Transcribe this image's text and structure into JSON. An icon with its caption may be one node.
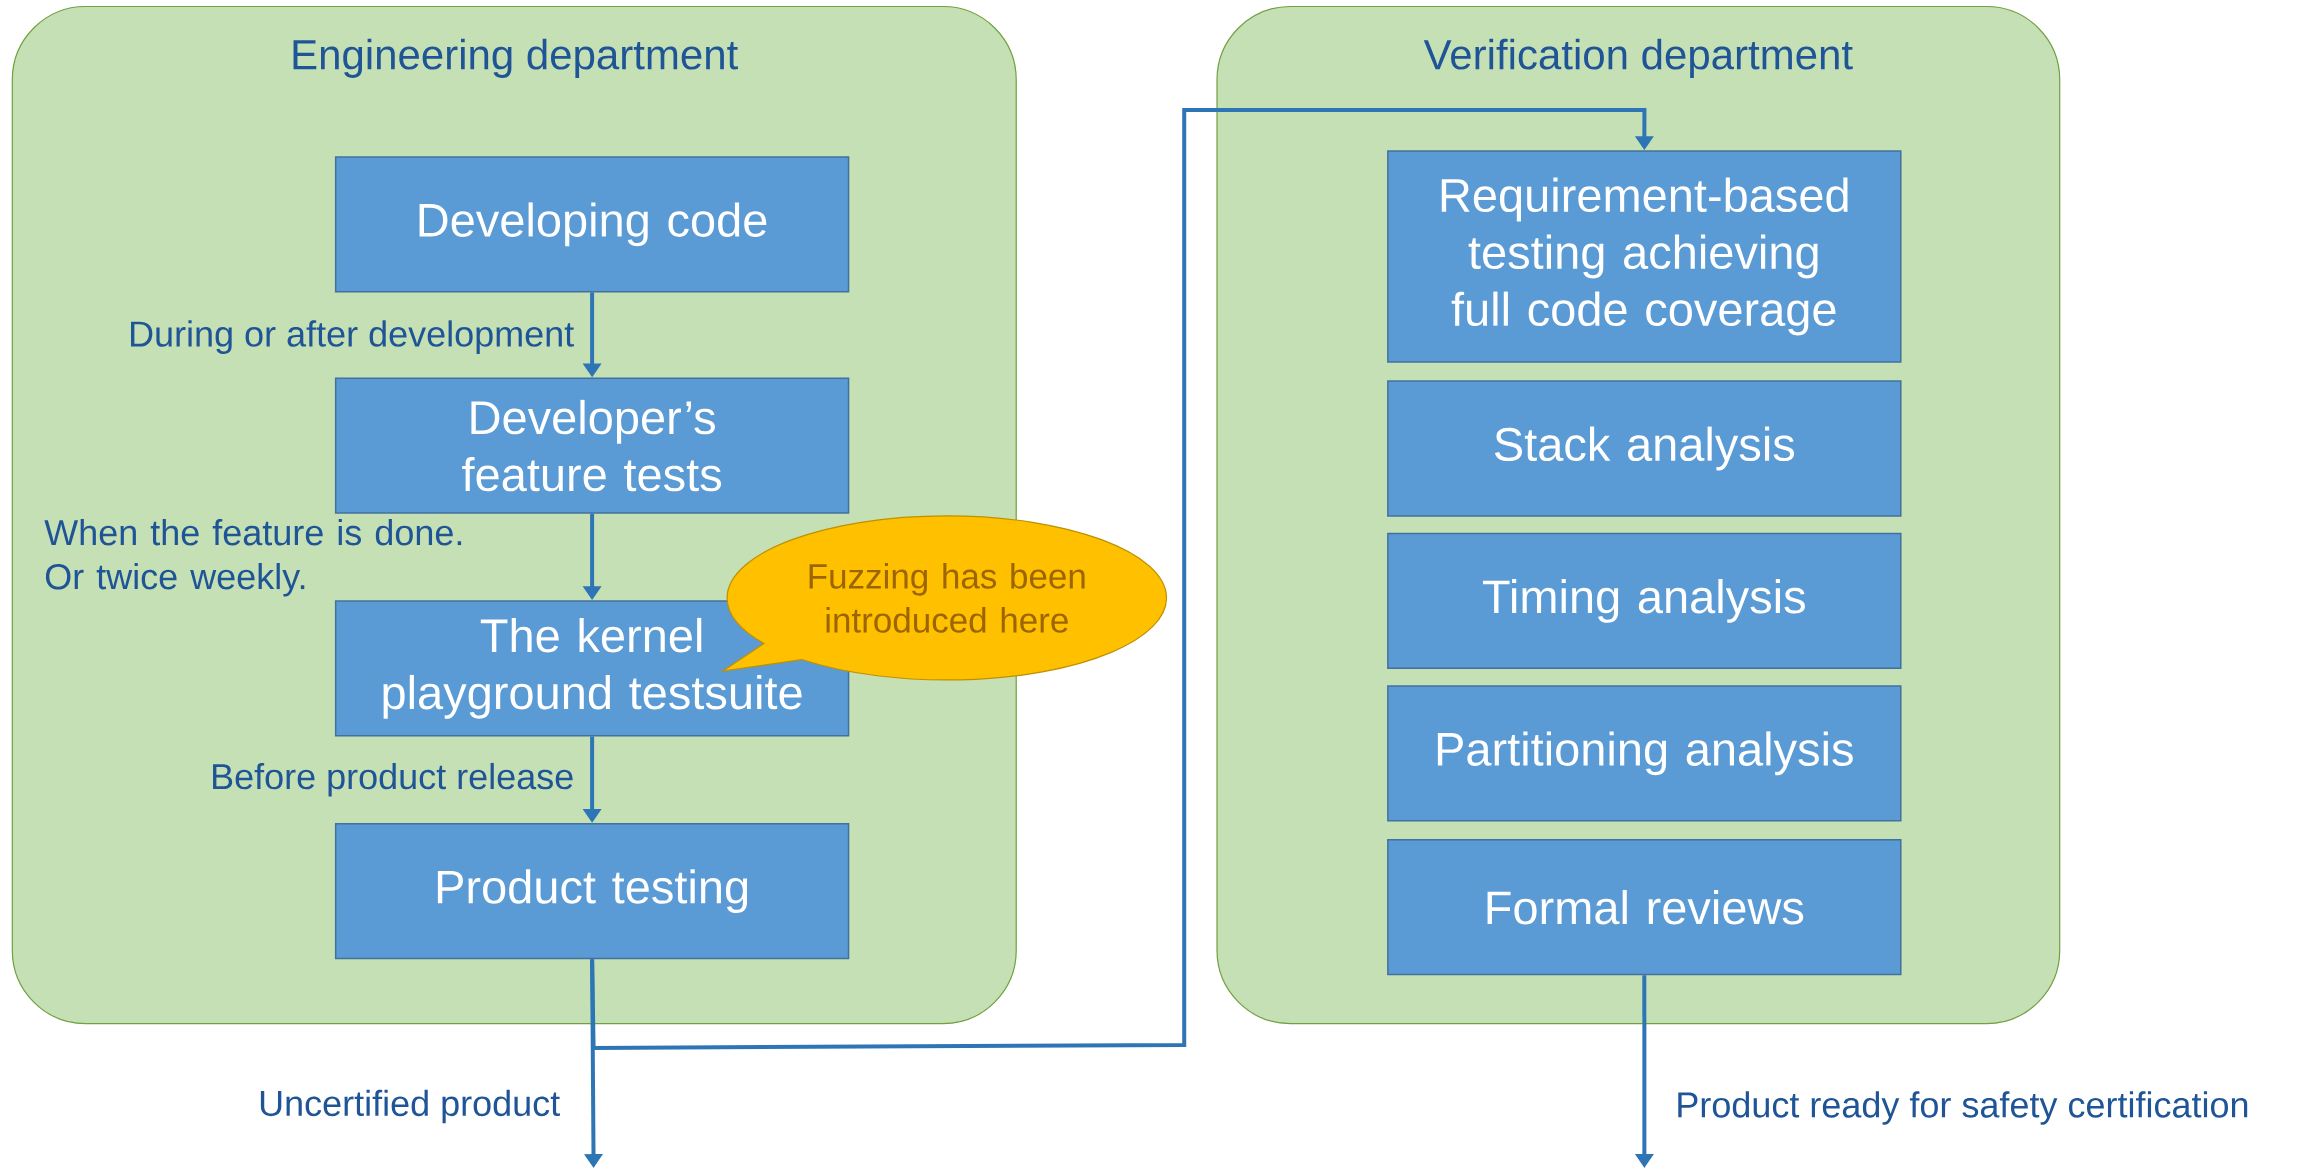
{
  "diagram": {
    "nodes": [
      {
        "text": [
          "Engineering department"
        ]
      },
      {
        "text": [
          "Developing code"
        ],
        "in": 0
      },
      {
        "text": [
          "Developer’s feature tests"
        ],
        "in": 0
      },
      {
        "text": [
          "The kernel playground testsuite"
        ],
        "in": 0
      },
      {
        "text": [
          "Product testing"
        ],
        "in": 0
      },
      {
        "text": [
          "Fuzzing has been introduced here"
        ]
      },
      {
        "text": [
          "Verification department"
        ]
      },
      {
        "text": [
          "Requirement-based testing achieving full code coverage"
        ],
        "in": 6
      },
      {
        "text": [
          "Stack analysis"
        ],
        "in": 6
      },
      {
        "text": [
          "Timing analysis"
        ],
        "in": 6
      },
      {
        "text": [
          "Partitioning analysis"
        ],
        "in": 6
      },
      {
        "text": [
          "Formal reviews"
        ],
        "in": 6
      }
    ],
    "edges": [
      {
        "from": 1,
        "to": 2,
        "arrow": "to",
        "label": "During or after development"
      },
      {
        "from": 2,
        "to": 3,
        "arrow": "to",
        "label": "When the feature is done. Or twice weekly."
      },
      {
        "from": 3,
        "to": 4,
        "arrow": "to",
        "label": "Before product release"
      },
      {
        "from": 4,
        "to": null,
        "arrow": "to",
        "label": "Uncertified product"
      },
      {
        "from": 4,
        "to": 7,
        "arrow": "to"
      },
      {
        "from": 11,
        "to": null,
        "arrow": "to",
        "label": "Product ready for safety certification"
      }
    ]
  }
}
